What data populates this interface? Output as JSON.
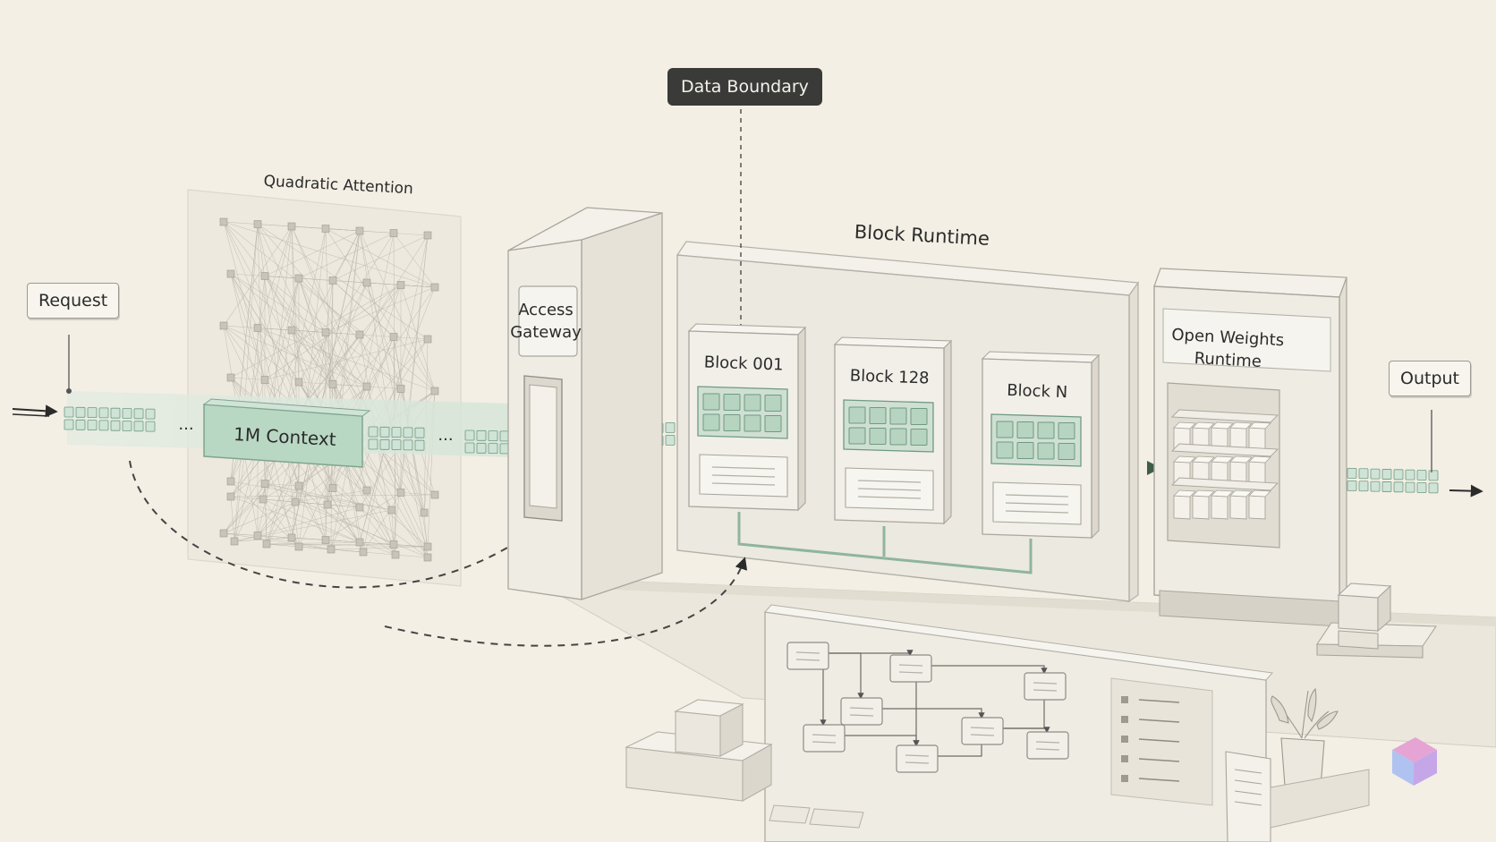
{
  "labels": {
    "request": "Request",
    "quadratic_attention": "Quadratic Attention",
    "context": "1M Context",
    "data_boundary": "Data Boundary",
    "access_gateway_line1": "Access",
    "access_gateway_line2": "Gateway",
    "block_runtime": "Block Runtime",
    "block_001": "Block 001",
    "block_128": "Block 128",
    "block_n": "Block N",
    "open_weights_line1": "Open Weights",
    "open_weights_line2": "Runtime",
    "output": "Output",
    "ellipsis": "···"
  },
  "colors": {
    "background": "#f3efe5",
    "token_green": "#cfe3d6",
    "token_stroke": "#6f9a82",
    "context_fill": "#b9d8c4",
    "box_fill": "#efece4",
    "box_stroke": "#a9a69d",
    "dark_tag": "#3a3a38"
  }
}
